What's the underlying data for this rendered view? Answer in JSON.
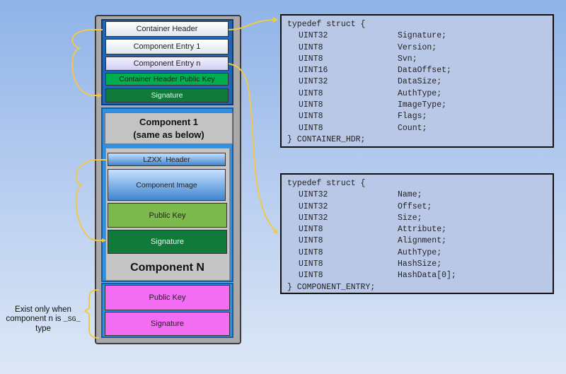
{
  "header_boxes": {
    "container_header": "Container Header",
    "component_entry_1": "Component Entry 1",
    "component_entry_n": "Component Entry n",
    "container_header_public_key": "Container Header Public Key",
    "signature": "Signature"
  },
  "component_1": {
    "line1": "Component 1",
    "line2": "(same as below)"
  },
  "component_n": {
    "lzxx_header": "LZXX  Header",
    "component_image": "Component Image",
    "public_key": "Public Key",
    "signature": "Signature",
    "title": "Component N"
  },
  "sg_boxes": {
    "public_key": "Public Key",
    "signature": "Signature"
  },
  "side_note": {
    "line1": "Exist only when",
    "line2_prefix": "component n is ",
    "line2_code": "_SG_",
    "line3": "type"
  },
  "container_hdr_struct": {
    "open": "typedef struct {",
    "fields": [
      {
        "type": "UINT32",
        "name": "Signature;"
      },
      {
        "type": "UINT8",
        "name": "Version;"
      },
      {
        "type": "UINT8",
        "name": "Svn;"
      },
      {
        "type": "UINT16",
        "name": "DataOffset;"
      },
      {
        "type": "UINT32",
        "name": "DataSize;"
      },
      {
        "type": "UINT8",
        "name": "AuthType;"
      },
      {
        "type": "UINT8",
        "name": "ImageType;"
      },
      {
        "type": "UINT8",
        "name": "Flags;"
      },
      {
        "type": "UINT8",
        "name": "Count;"
      }
    ],
    "close": "} CONTAINER_HDR;"
  },
  "component_entry_struct": {
    "open": "typedef struct {",
    "fields": [
      {
        "type": "UINT32",
        "name": "Name;"
      },
      {
        "type": "UINT32",
        "name": "Offset;"
      },
      {
        "type": "UINT32",
        "name": "Size;"
      },
      {
        "type": "UINT8",
        "name": "Attribute;"
      },
      {
        "type": "UINT8",
        "name": "Alignment;"
      },
      {
        "type": "UINT8",
        "name": "AuthType;"
      },
      {
        "type": "UINT8",
        "name": "HashSize;"
      },
      {
        "type": "UINT8",
        "name": "HashData[0];"
      }
    ],
    "close": "} COMPONENT_ENTRY;"
  },
  "colors": {
    "arrow": "#f2c84b",
    "code_bg": "#b9c8e6",
    "header_group_bg": "#1f66b6",
    "component_group_bg": "#2f8fe0",
    "green": "#00b050",
    "dark_green": "#0f7a3a",
    "pink": "#f36df3"
  }
}
